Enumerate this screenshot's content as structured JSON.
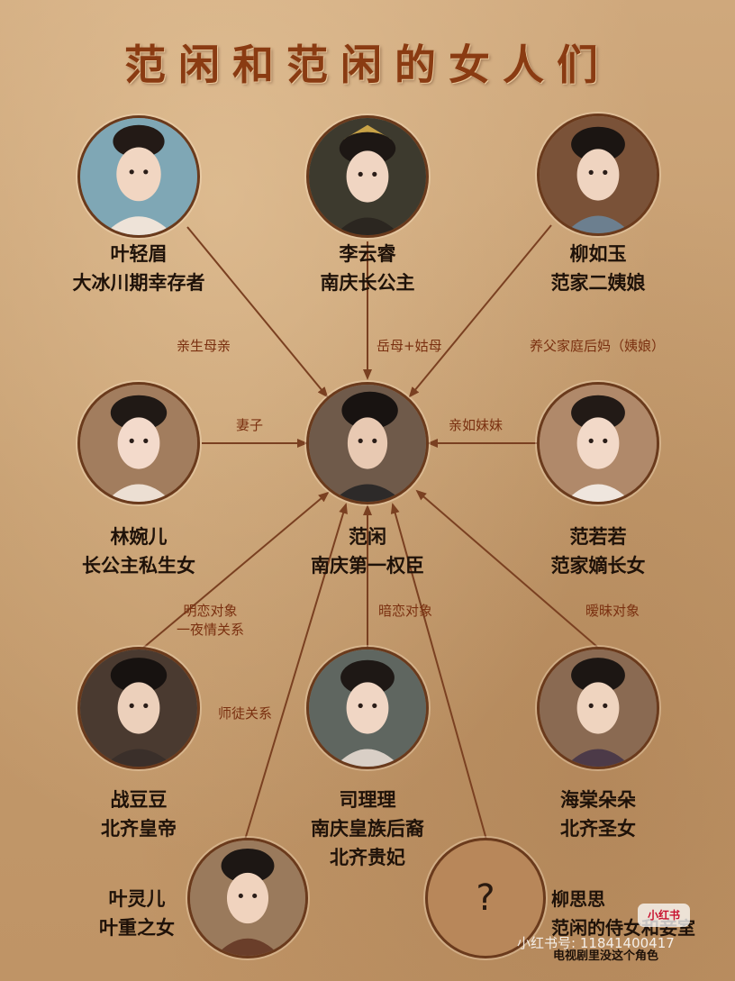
{
  "title": "范闲和范闲的女人们",
  "center": {
    "line1": "范闲",
    "line2": "南庆第一权臣"
  },
  "characters": {
    "ye_qingmei": {
      "line1": "叶轻眉",
      "line2": "大冰川期幸存者"
    },
    "li_yunrui": {
      "line1": "李云睿",
      "line2": "南庆长公主"
    },
    "liu_ruyu": {
      "line1": "柳如玉",
      "line2": "范家二姨娘"
    },
    "lin_waner": {
      "line1": "林婉儿",
      "line2": "长公主私生女"
    },
    "fan_ruoruo": {
      "line1": "范若若",
      "line2": "范家嫡长女"
    },
    "zhan_doudou": {
      "line1": "战豆豆",
      "line2": "北齐皇帝"
    },
    "si_lili": {
      "line1": "司理理",
      "line2": "南庆皇族后裔",
      "line3": "北齐贵妃"
    },
    "haitang": {
      "line1": "海棠朵朵",
      "line2": "北齐圣女"
    },
    "ye_linger": {
      "line1": "叶灵儿",
      "line2": "叶重之女"
    },
    "liu_sisi": {
      "line1": "柳思思",
      "line2": "范闲的侍女和妾室",
      "note": "电视剧里没这个角色",
      "mark": "?"
    }
  },
  "relations": {
    "ye_qingmei": "亲生母亲",
    "li_yunrui": "岳母+姑母",
    "liu_ruyu": "养父家庭后妈（姨娘）",
    "lin_waner": "妻子",
    "fan_ruoruo": "亲如妹妹",
    "zhan_doudou_1": "明恋对象",
    "zhan_doudou_2": "一夜情关系",
    "si_lili": "暗恋对象",
    "haitang": "暧昧对象",
    "ye_linger": "师徒关系"
  },
  "watermark": {
    "logo": "小红书",
    "id": "小红书号: 1184140041​7"
  },
  "colors": {
    "background": "#c79f73",
    "title": "#8a3b12",
    "arrow": "#7a4021",
    "relation_text": "#7a3010"
  }
}
